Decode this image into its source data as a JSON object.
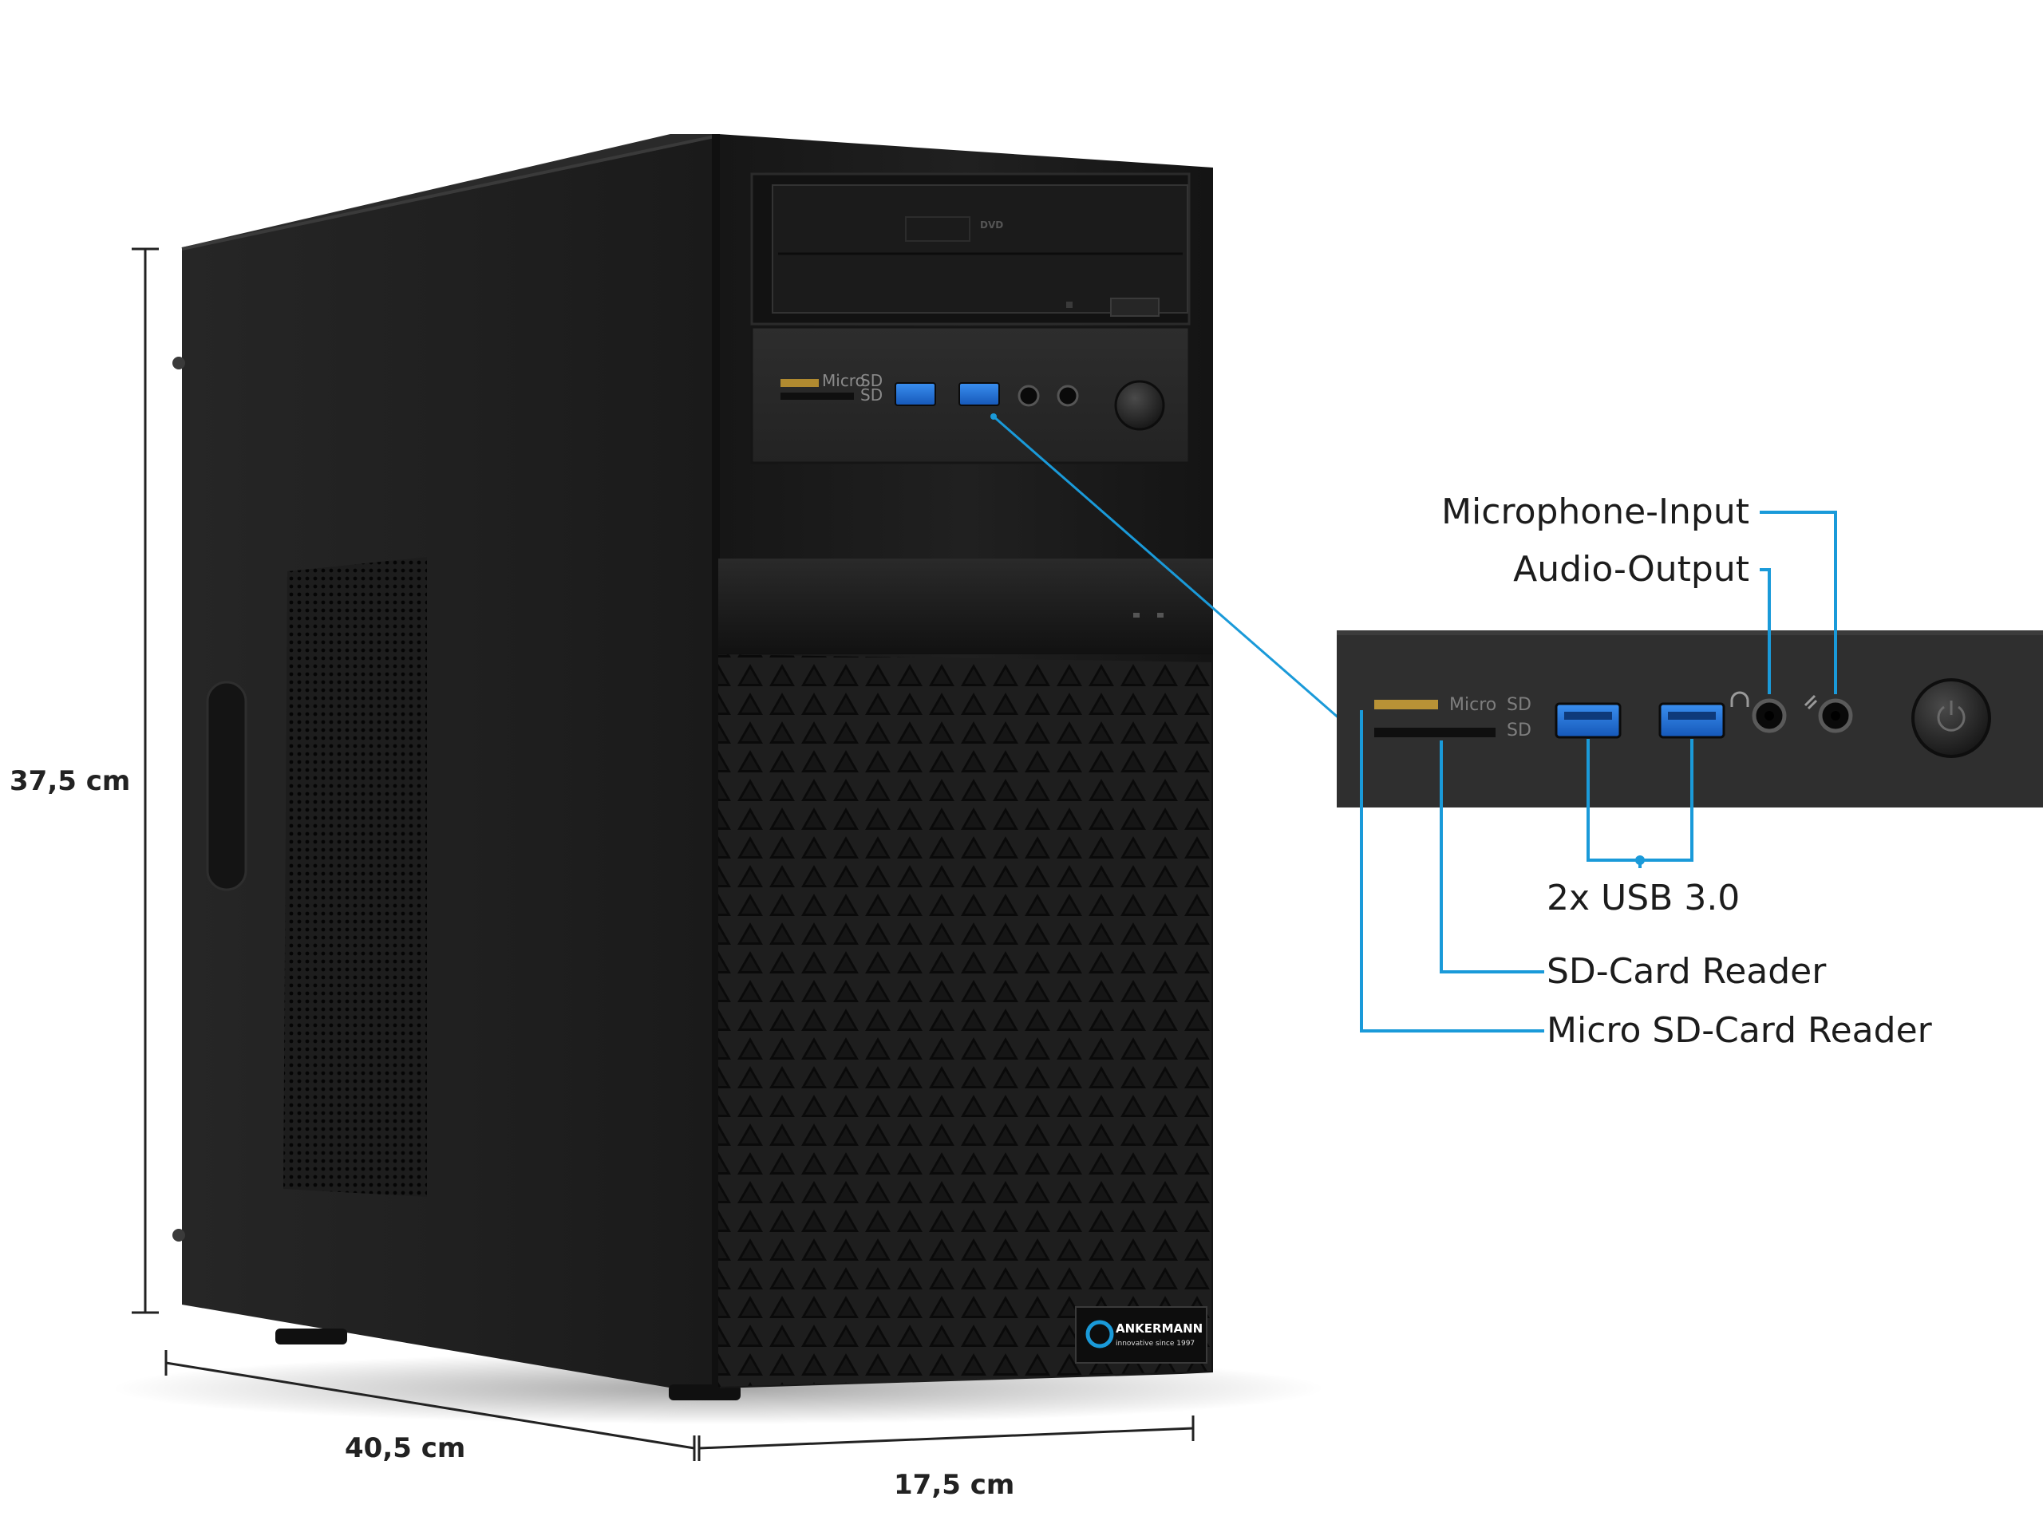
{
  "dimensions": {
    "height": "37,5 cm",
    "depth": "40,5 cm",
    "width": "17,5 cm"
  },
  "callouts": {
    "microphone": "Microphone-Input",
    "audio": "Audio-Output",
    "usb": "2x USB 3.0",
    "sd": "SD-Card Reader",
    "microsd": "Micro SD-Card Reader"
  },
  "port_labels": {
    "micro": "Micro",
    "sd_top": "SD",
    "sd_bottom": "SD"
  },
  "drive": {
    "dvd": "DVD"
  },
  "brand": {
    "name": "ANKERMANN",
    "tagline": "innovative since 1997"
  },
  "colors": {
    "callout_line": "#1a9ad9",
    "usb_blue": "#1f6fd1",
    "case_black": "#1b1b1b"
  }
}
